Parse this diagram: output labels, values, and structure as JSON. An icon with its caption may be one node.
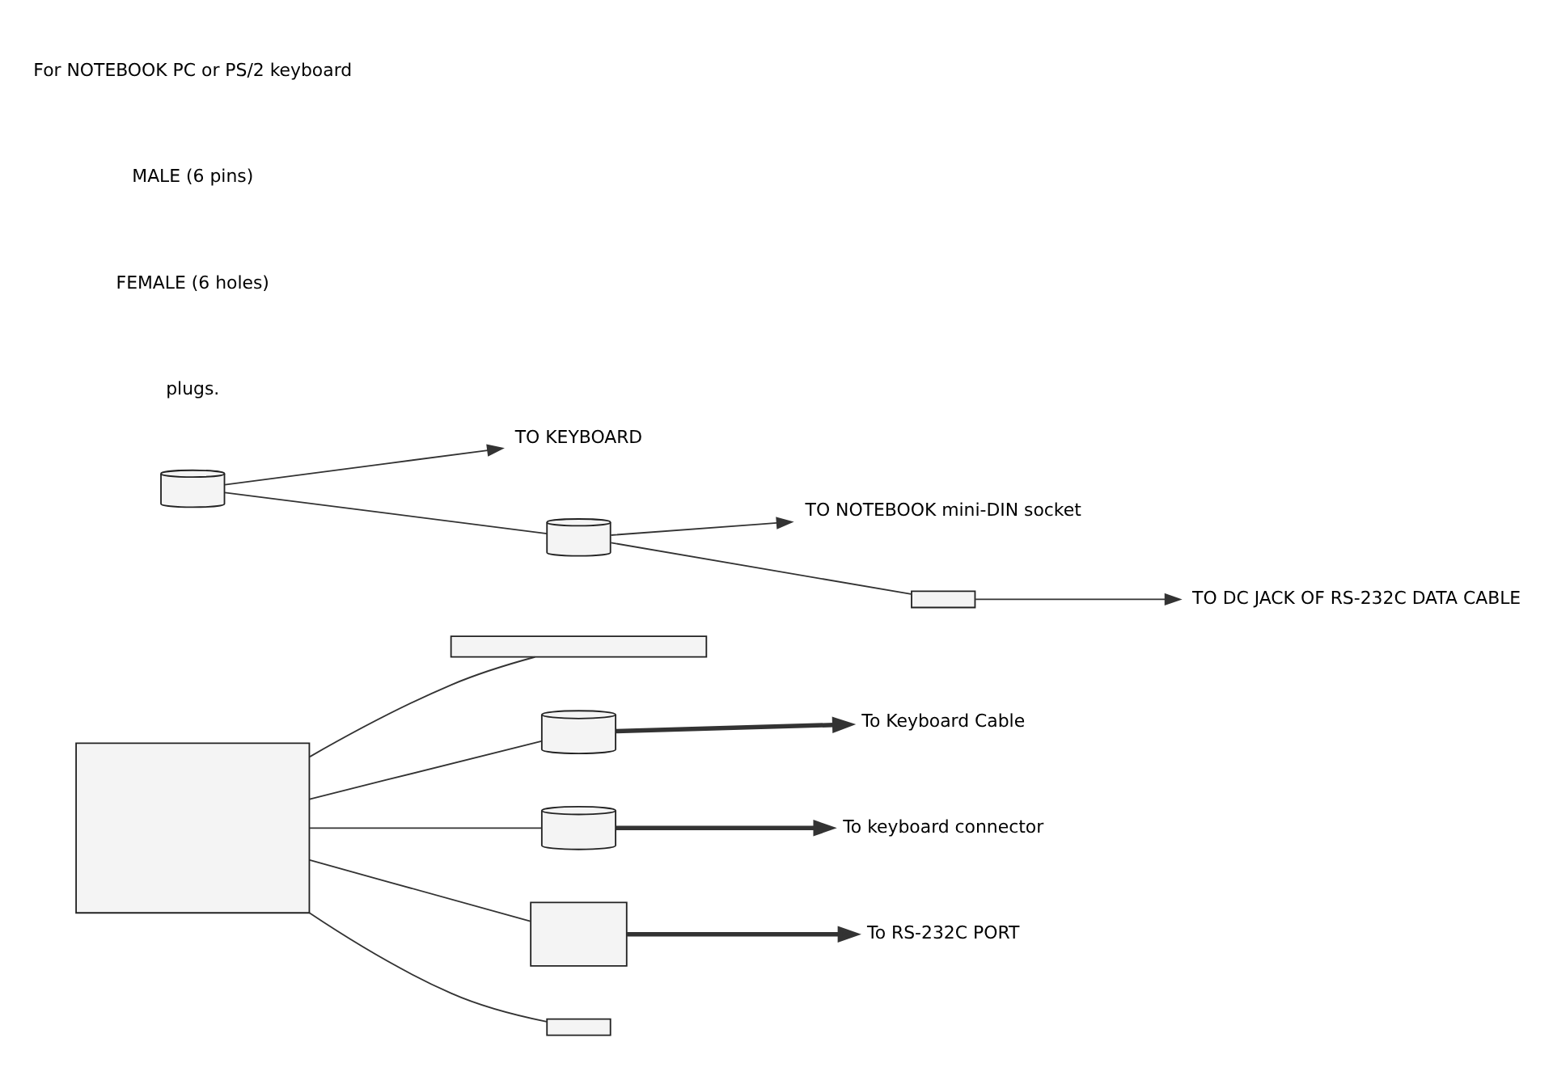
{
  "diagram": {
    "nodes": [
      {
        "text": [],
        "shape": "box"
      },
      {
        "text": [],
        "shape": "bar"
      },
      {
        "text": [],
        "shape": "cylinder"
      },
      {
        "text": [],
        "shape": "cylinder"
      },
      {
        "text": [
          "To Keyboard Cable"
        ]
      },
      {
        "text": [
          "To keyboard connector"
        ]
      },
      {
        "text": [],
        "shape": "box"
      },
      {
        "text": [
          "To RS-232C PORT"
        ]
      },
      {
        "text": [],
        "shape": "bar"
      },
      {
        "text": [],
        "shape": "cylinder"
      },
      {
        "text": [
          "TO KEYBOARD"
        ]
      },
      {
        "text": [],
        "shape": "cylinder"
      },
      {
        "text": [
          "TO NOTEBOOK mini-DIN socket"
        ]
      },
      {
        "text": [],
        "shape": "bar"
      },
      {
        "text": [
          "TO DC JACK OF RS-232C DATA CABLE"
        ]
      }
    ],
    "edges": [
      {
        "from": 0,
        "to": 2,
        "arrow": "none"
      },
      {
        "from": 0,
        "to": 3,
        "arrow": "none"
      },
      {
        "from": 0,
        "to": 6,
        "arrow": "none"
      },
      {
        "from": 0,
        "to": 8,
        "arrow": "none"
      },
      {
        "from": 0,
        "to": 1,
        "arrow": "none"
      },
      {
        "from": 2,
        "to": 4,
        "arrow": "to",
        "style": "thick"
      },
      {
        "from": 3,
        "to": 5,
        "arrow": "to",
        "style": "thick"
      },
      {
        "from": 6,
        "to": 7,
        "arrow": "to",
        "style": "thick"
      },
      {
        "from": 9,
        "to": 11,
        "arrow": "none"
      },
      {
        "from": 11,
        "to": 13,
        "arrow": "none"
      },
      {
        "from": 9,
        "to": 10,
        "arrow": "to"
      },
      {
        "from": 11,
        "to": 12,
        "arrow": "to"
      },
      {
        "from": 13,
        "to": 14,
        "arrow": "to"
      }
    ],
    "labels": [
      "plugs.",
      "FEMALE (6 holes)",
      "MALE (6 pins)",
      "For NOTEBOOK PC or PS/2 keyboard"
    ]
  }
}
